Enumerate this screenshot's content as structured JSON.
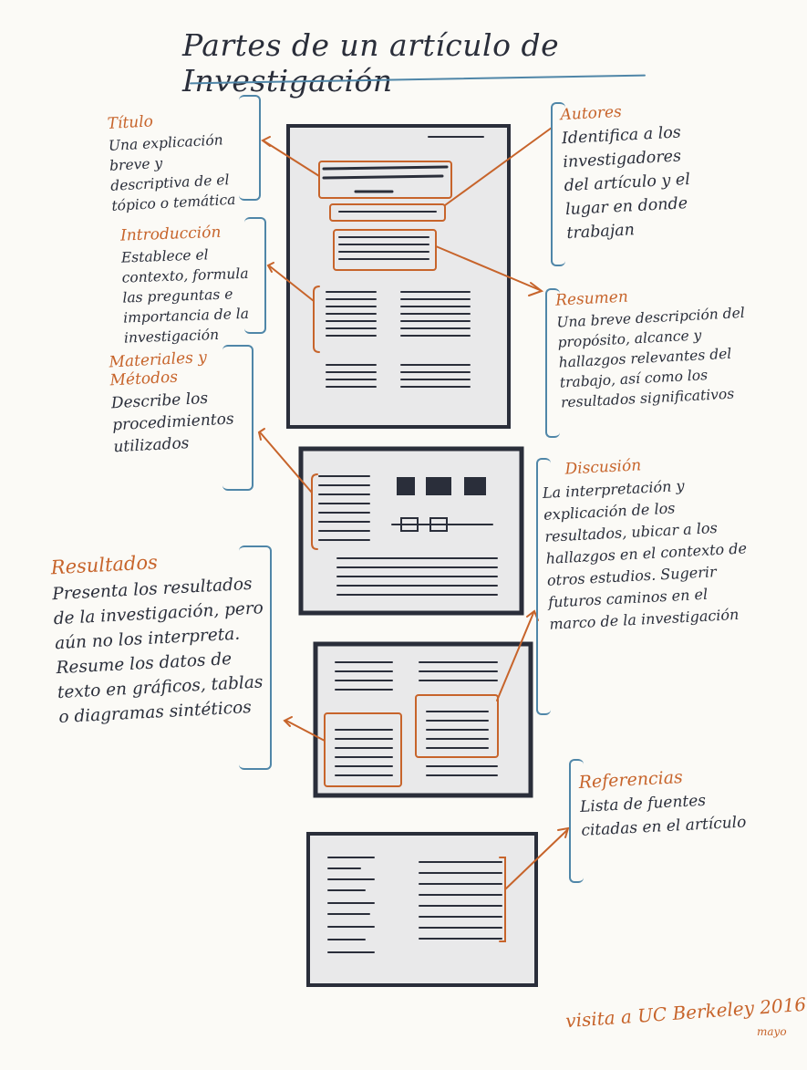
{
  "title": "Partes de un artículo de Investigación",
  "colors": {
    "accent": "#c7642b",
    "bracket": "#4f86a8",
    "ink": "#2a2e3a",
    "page": "#e9e9ea"
  },
  "sections": {
    "titulo": {
      "heading": "Título",
      "body": "Una explicación breve y descriptiva de el tópico o temática"
    },
    "introduccion": {
      "heading": "Introducción",
      "body": "Establece el contexto, formula las preguntas e importancia de la investigación"
    },
    "materiales": {
      "heading": "Materiales y Métodos",
      "body": "Describe los procedimientos utilizados"
    },
    "resultados": {
      "heading": "Resultados",
      "body": "Presenta los resultados de la investigación, pero aún no los interpreta. Resume los datos de texto en gráficos, tablas o diagramas sintéticos"
    },
    "autores": {
      "heading": "Autores",
      "body": "Identifica a los investigadores del artículo y el lugar en donde trabajan"
    },
    "resumen": {
      "heading": "Resumen",
      "body": "Una breve descripción del propósito, alcance y hallazgos relevantes del trabajo, así como los resultados significativos"
    },
    "discusion": {
      "heading": "Discusión",
      "body": "La interpretación y explicación de los resultados, ubicar a los hallazgos en el contexto de otros estudios. Sugerir futuros caminos en el marco de la investigación"
    },
    "referencias": {
      "heading": "Referencias",
      "body": "Lista de fuentes citadas en el artículo"
    }
  },
  "footer": {
    "text": "visita a UC Berkeley 2016",
    "sub": "mayo"
  }
}
